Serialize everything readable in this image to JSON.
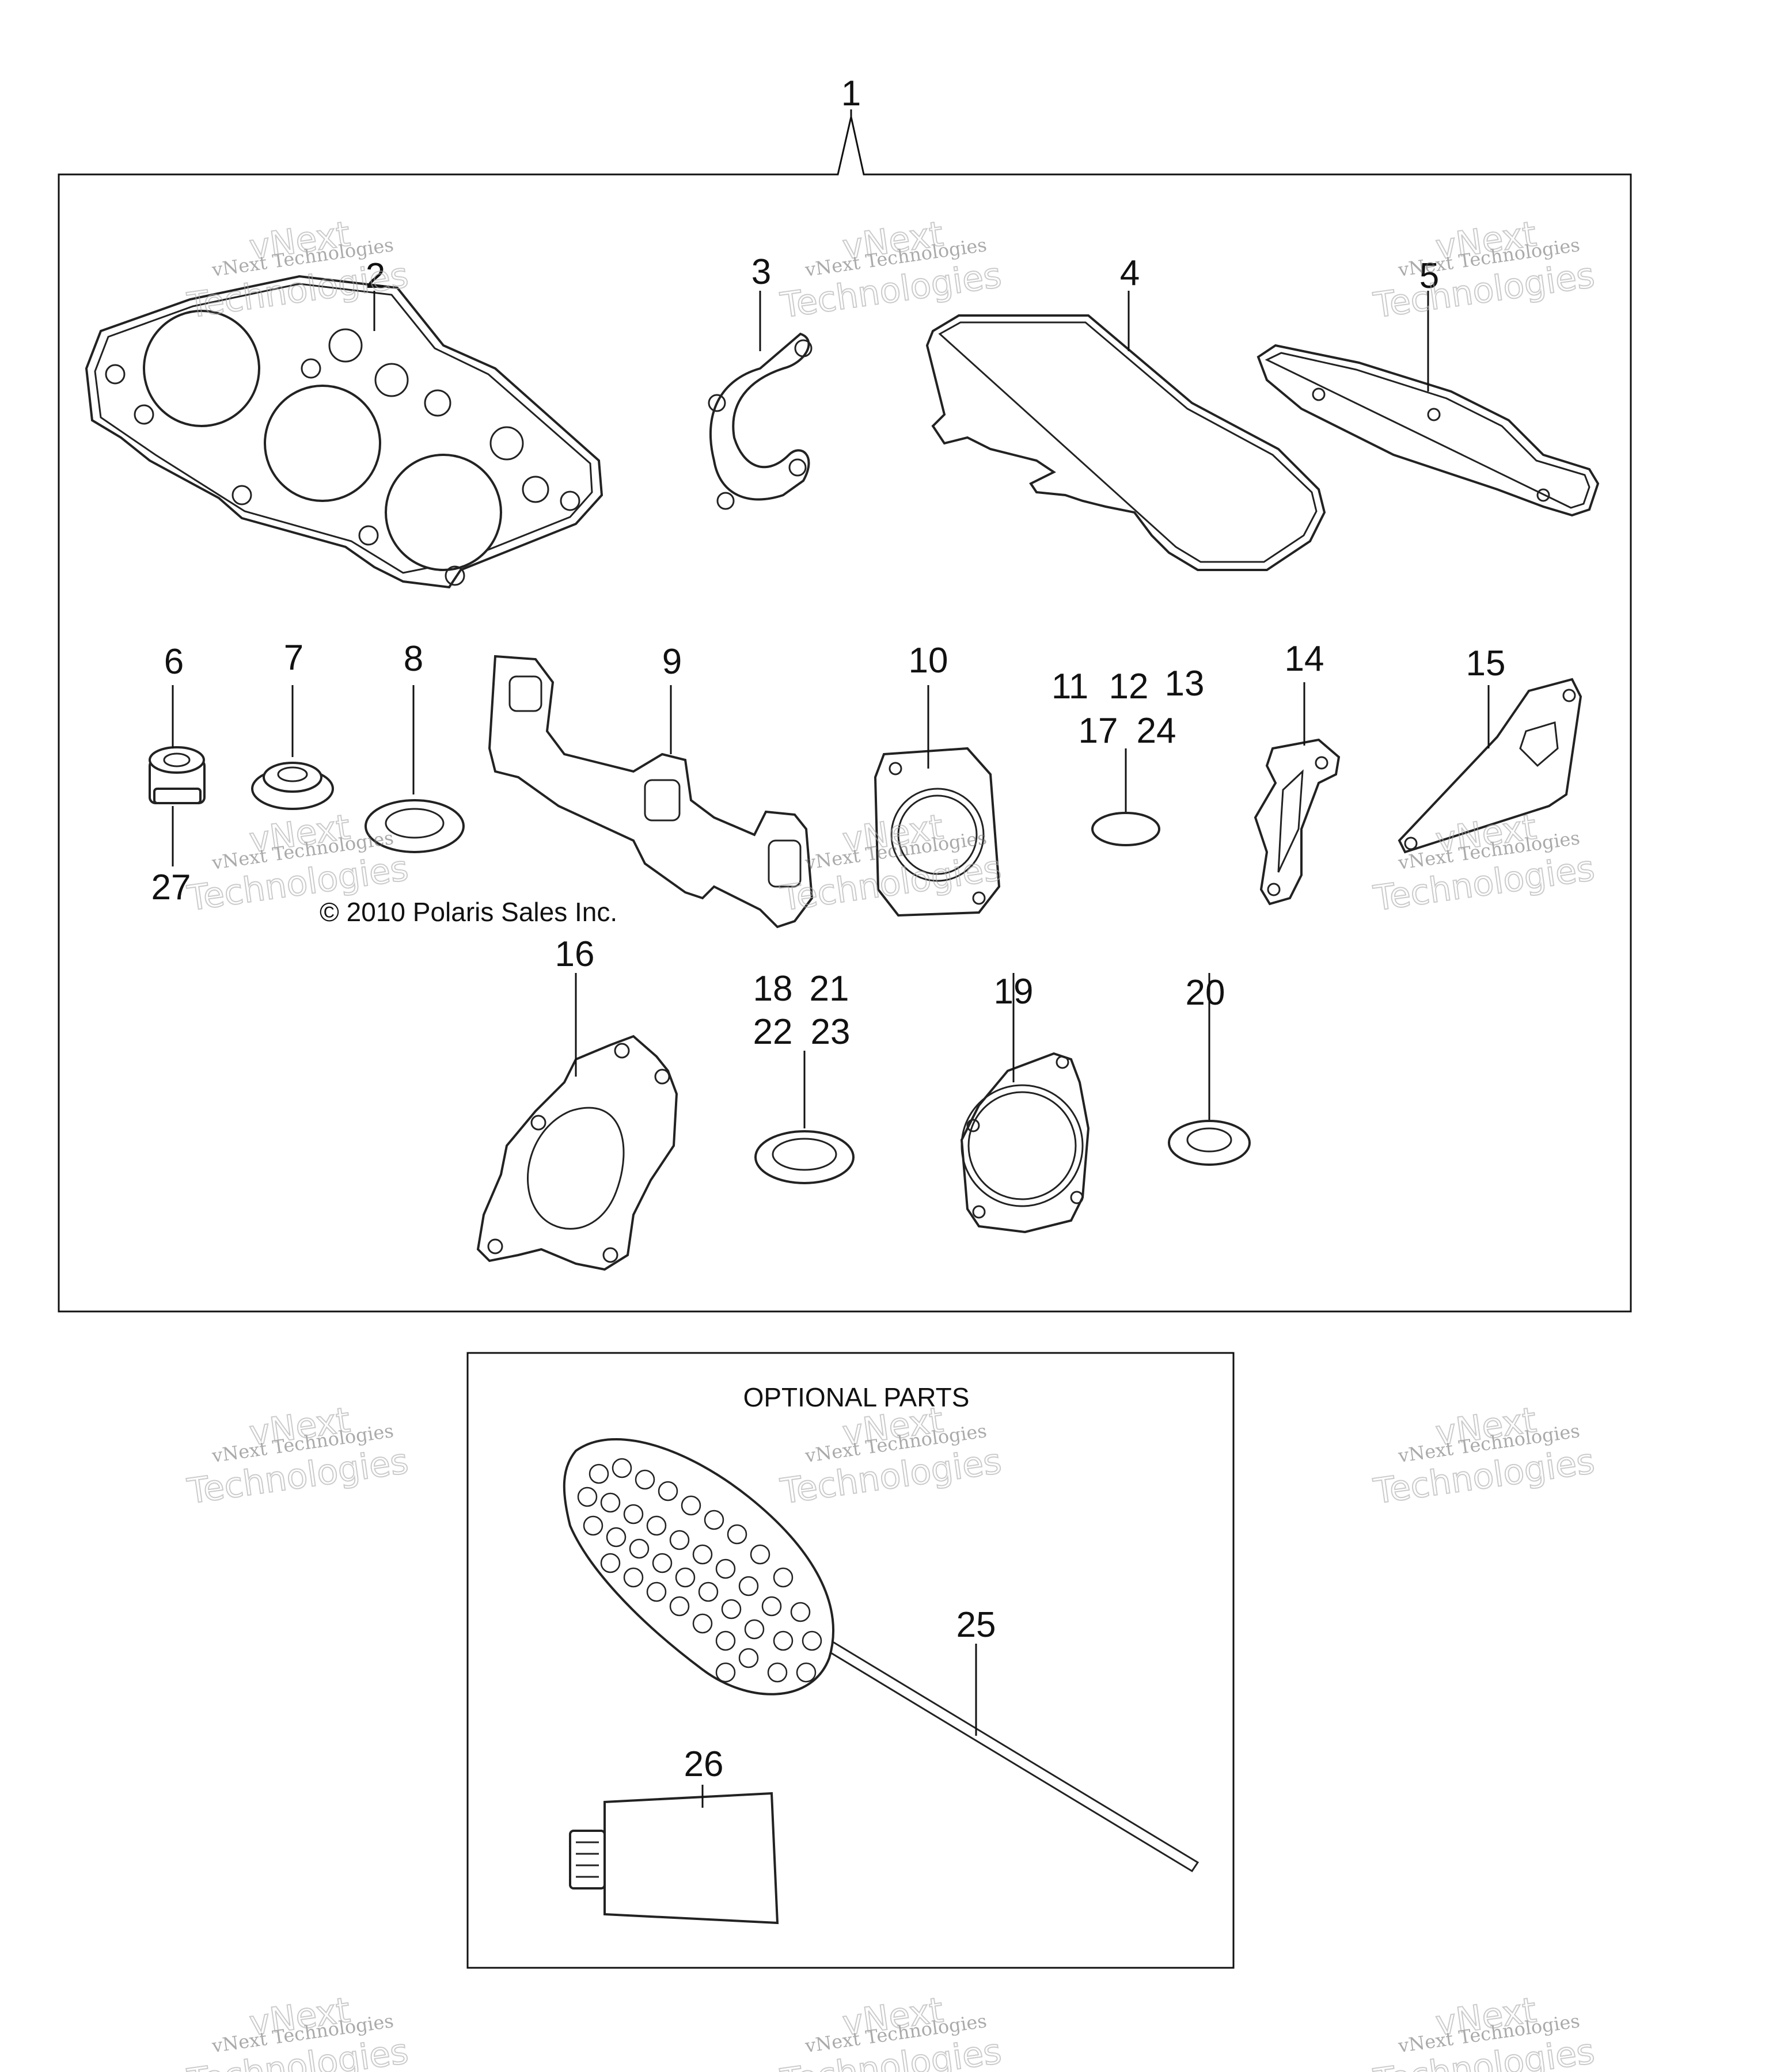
{
  "callouts": {
    "c1": "1",
    "c2": "2",
    "c3": "3",
    "c4": "4",
    "c5": "5",
    "c6": "6",
    "c7": "7",
    "c8": "8",
    "c9": "9",
    "c10": "10",
    "c11": "11",
    "c12": "12",
    "c13": "13",
    "c17": "17",
    "c24": "24",
    "c14": "14",
    "c15": "15",
    "c16": "16",
    "c18": "18",
    "c21": "21",
    "c22": "22",
    "c23": "23",
    "c19": "19",
    "c20": "20",
    "c25": "25",
    "c26": "26",
    "c27": "27"
  },
  "copyright": "© 2010 Polaris Sales Inc.",
  "optional_parts": "OPTIONAL PARTS",
  "watermark": {
    "line1": "vNext Technologies",
    "line2": "Technologies",
    "line3": "vNext"
  }
}
